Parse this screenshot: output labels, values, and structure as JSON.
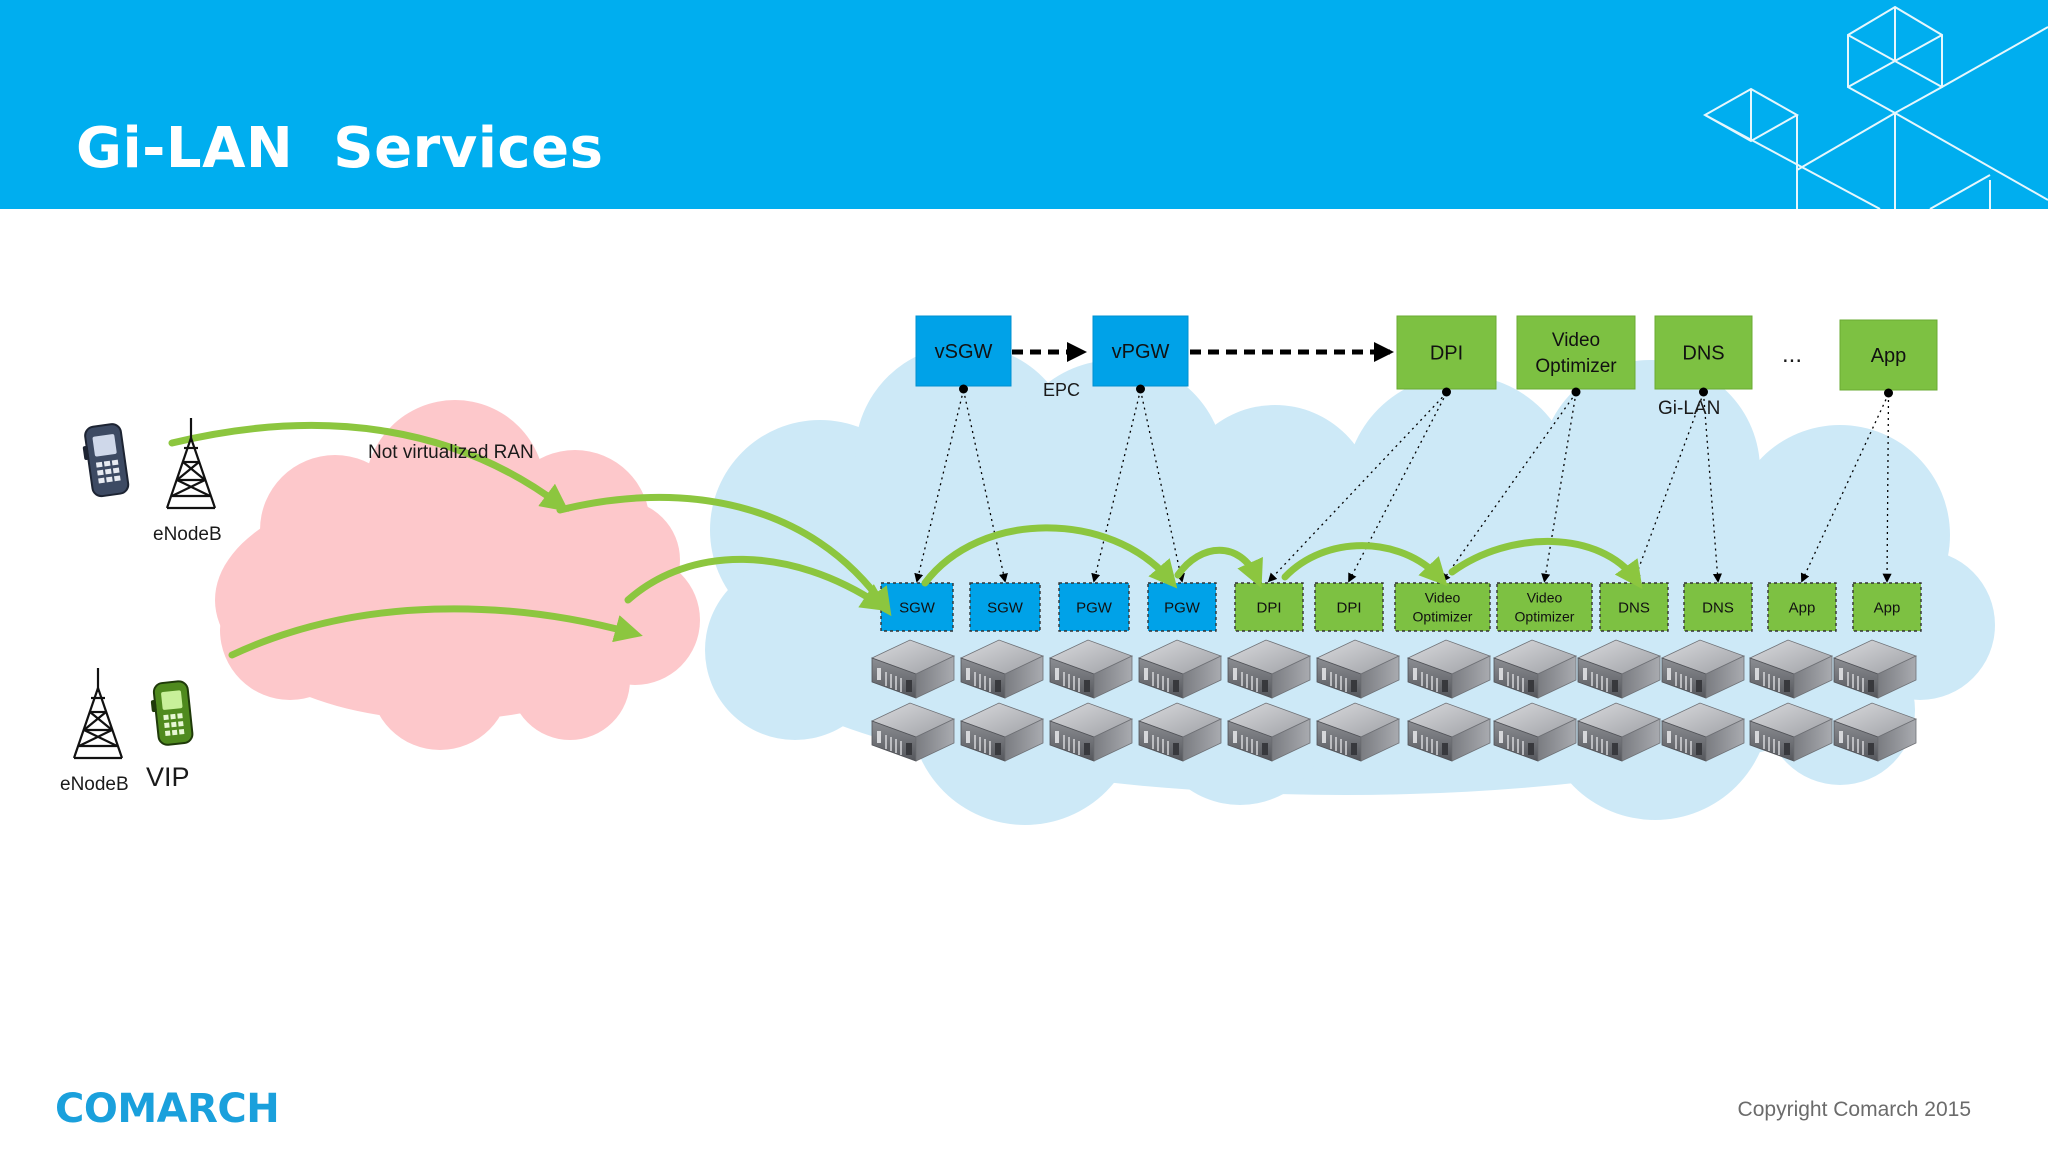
{
  "slide": {
    "title": "Gi-LAN  Services",
    "brand": "COMARCH",
    "copyright": "Copyright Comarch 2015"
  },
  "colors": {
    "header_bg": "#00aeef",
    "epc_blue": "#00a2e8",
    "gilan_green": "#7dc142",
    "arrow_green": "#8cc63f",
    "ran_cloud": "#fdc8cb",
    "nfv_cloud": "#cde9f7"
  },
  "diagram": {
    "labels": {
      "ran": "Not virtualized RAN",
      "epc": "EPC",
      "gilan": "Gi-LAN",
      "ellipsis": "...",
      "enodeb_top": "eNodeB",
      "enodeb_bottom": "eNodeB",
      "vip": "VIP"
    },
    "top_functions": [
      {
        "id": "vsgw",
        "label": "vSGW",
        "group": "epc"
      },
      {
        "id": "vpgw",
        "label": "vPGW",
        "group": "epc"
      },
      {
        "id": "dpi",
        "label": "DPI",
        "group": "gilan"
      },
      {
        "id": "vo",
        "label": "Video\nOptimizer",
        "group": "gilan"
      },
      {
        "id": "dns",
        "label": "DNS",
        "group": "gilan"
      },
      {
        "id": "app",
        "label": "App",
        "group": "gilan"
      }
    ],
    "instances": [
      {
        "label": "SGW",
        "group": "epc",
        "parent": "vsgw"
      },
      {
        "label": "SGW",
        "group": "epc",
        "parent": "vsgw"
      },
      {
        "label": "PGW",
        "group": "epc",
        "parent": "vpgw"
      },
      {
        "label": "PGW",
        "group": "epc",
        "parent": "vpgw"
      },
      {
        "label": "DPI",
        "group": "gilan",
        "parent": "dpi"
      },
      {
        "label": "DPI",
        "group": "gilan",
        "parent": "dpi"
      },
      {
        "label": "Video\nOptimizer",
        "group": "gilan",
        "parent": "vo"
      },
      {
        "label": "Video\nOptimizer",
        "group": "gilan",
        "parent": "vo"
      },
      {
        "label": "DNS",
        "group": "gilan",
        "parent": "dns"
      },
      {
        "label": "DNS",
        "group": "gilan",
        "parent": "dns"
      },
      {
        "label": "App",
        "group": "gilan",
        "parent": "app"
      },
      {
        "label": "App",
        "group": "gilan",
        "parent": "app"
      }
    ]
  }
}
